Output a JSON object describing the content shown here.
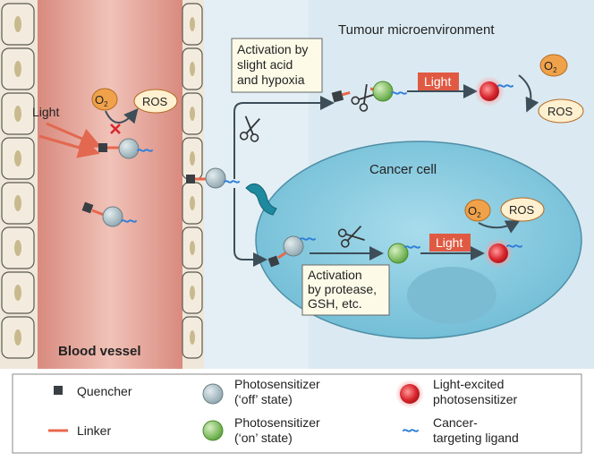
{
  "figure": {
    "tumour_label": "Tumour microenvironment",
    "blood_vessel_label": "Blood vessel",
    "cancer_cell_label": "Cancer cell",
    "light_label": "Light",
    "light_button_label": "Light",
    "o2_label": "O2",
    "ros_label": "ROS",
    "activation_acid": [
      "Activation by",
      "slight acid",
      "and hypoxia"
    ],
    "activation_protease": [
      "Activation",
      "by protease,",
      "GSH, etc."
    ]
  },
  "legend": {
    "quencher": "Quencher",
    "linker": "Linker",
    "ps_off": [
      "Photosensitizer",
      "(‘off’ state)"
    ],
    "ps_on": [
      "Photosensitizer",
      "(‘on’ state)"
    ],
    "ps_excited": [
      "Light-excited",
      "photosensitizer"
    ],
    "ligand": [
      "Cancer-",
      "targeting ligand"
    ]
  },
  "colors": {
    "vessel": "#e6a296",
    "tumour_bg": "#dcecf3",
    "cell": "#8fd0e2",
    "nucleus": "#7bbfd6",
    "light_box": "#e05a43",
    "o2_fill": "#f0a24a",
    "ros_fill": "#fff0d0",
    "quencher": "#3a3f44",
    "linker": "#e8684d",
    "ps_off": "#a9bcc4",
    "ps_on": "#7fbf5a",
    "ps_excited": "#d8262d",
    "ligand": "#2f7fd8",
    "scissors_icon": "scissors",
    "antibody_icon": "antibody"
  }
}
